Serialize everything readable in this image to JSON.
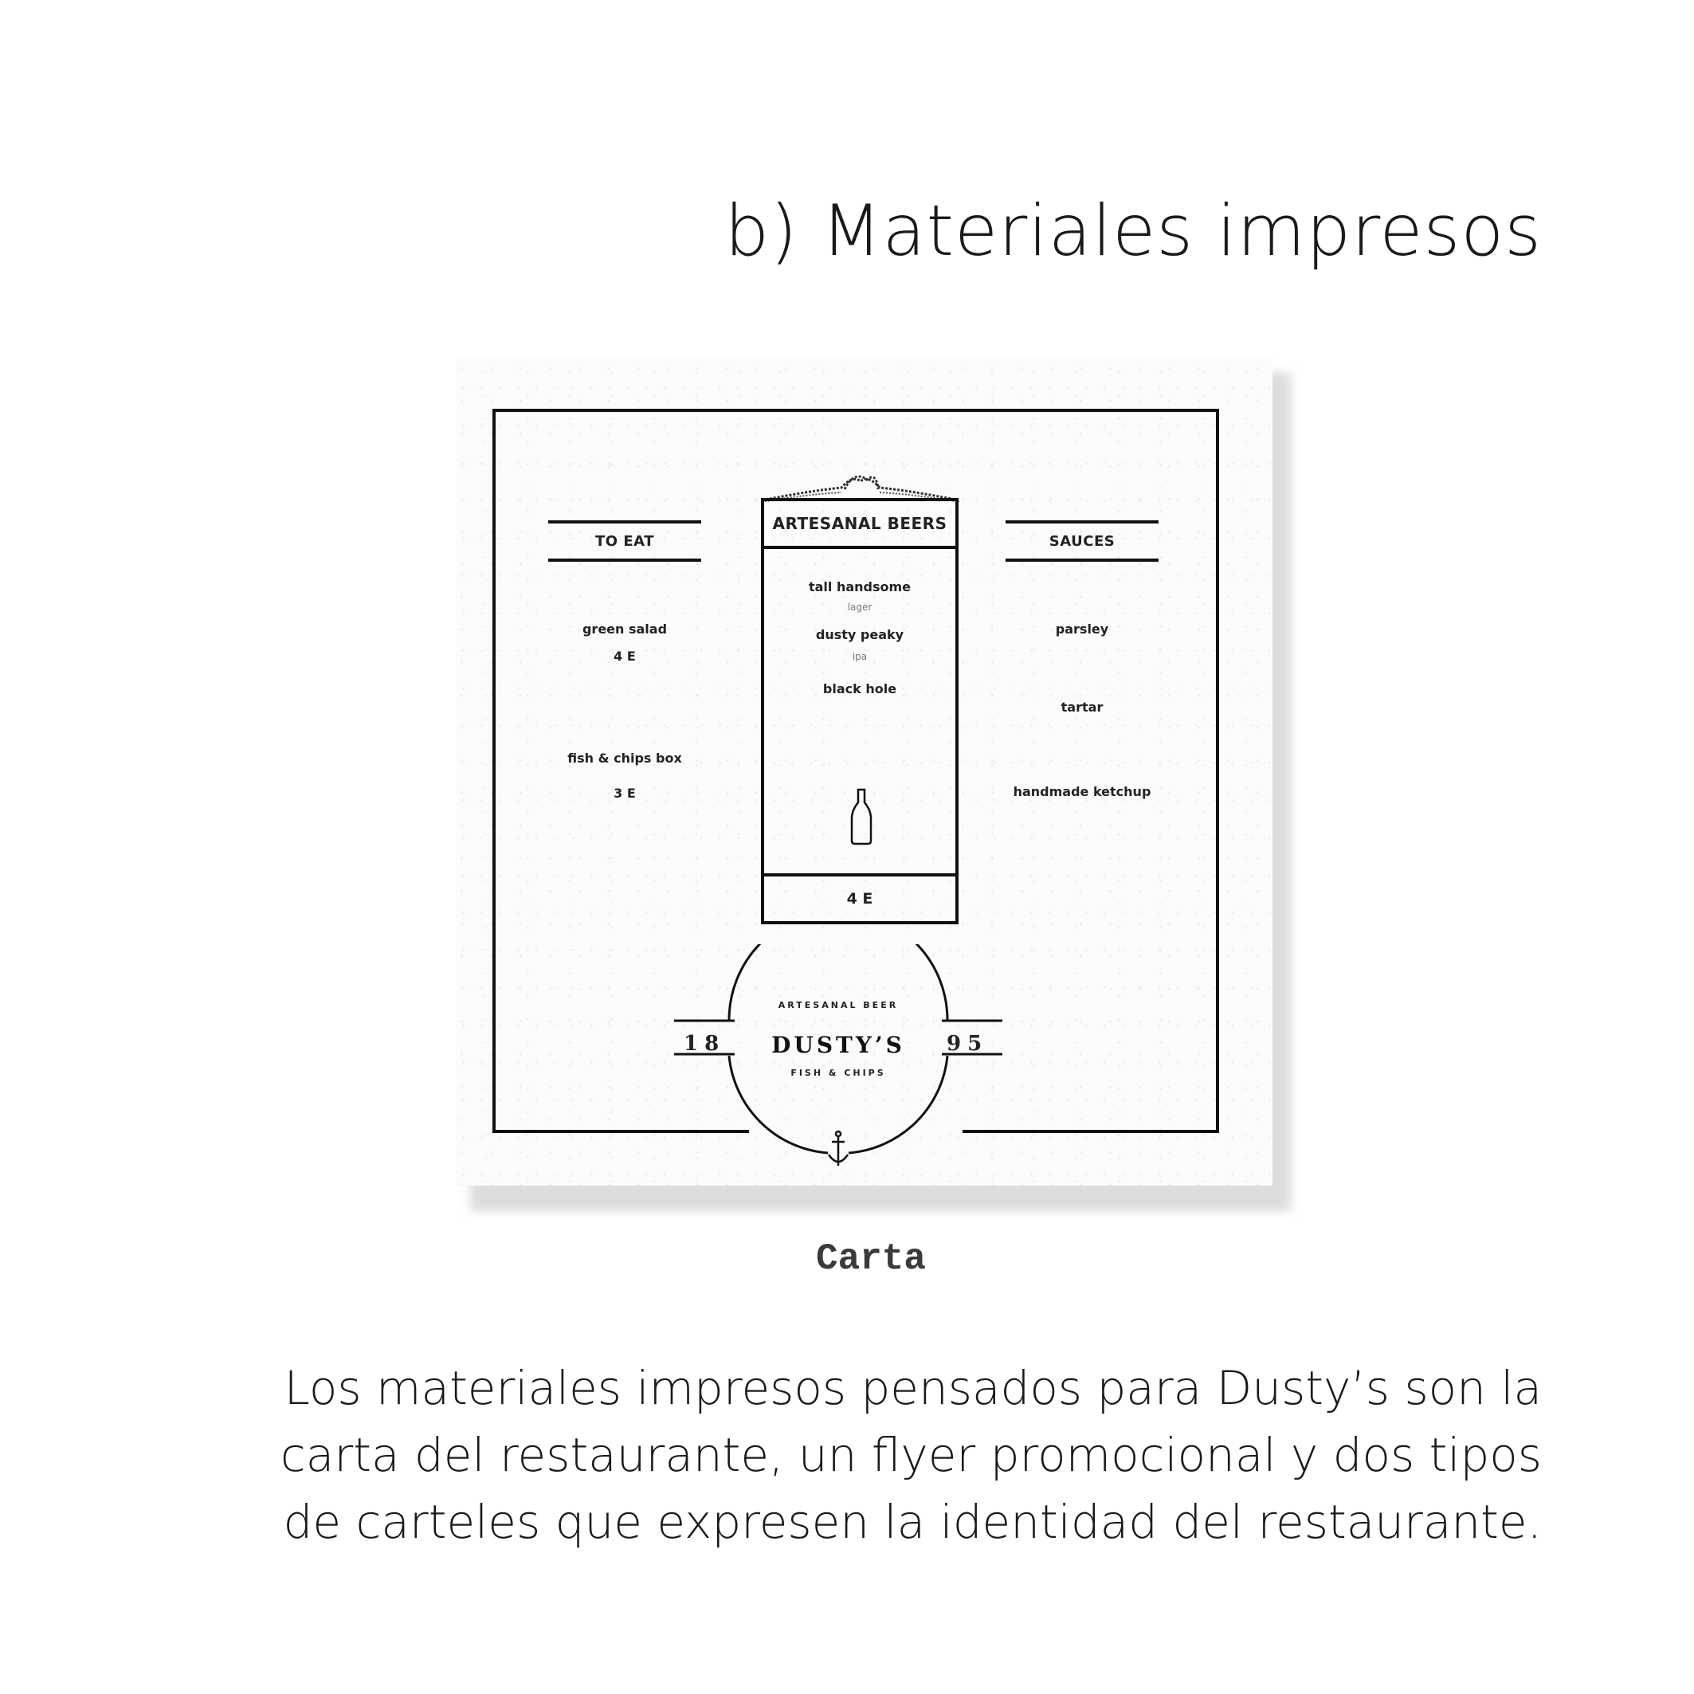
{
  "page": {
    "title": "b) Materiales impresos",
    "caption": "Carta",
    "paragraph_lines": [
      "Los materiales impresos pensados para Dusty’s son la",
      "carta del restaurante, un flyer promocional y dos tipos",
      "de carteles que expresen la identidad del restaurante."
    ]
  },
  "menu_card": {
    "to_eat": {
      "heading": "TO EAT",
      "items": [
        {
          "name": "green salad",
          "price": "4 E"
        },
        {
          "name": "fish & chips box",
          "price": "3 E"
        }
      ]
    },
    "beers": {
      "heading": "ARTESANAL BEERS",
      "items": [
        {
          "name": "tall handsome",
          "style": "lager"
        },
        {
          "name": "dusty peaky",
          "style": "ipa"
        },
        {
          "name": "black hole",
          "style": ""
        }
      ],
      "price": "4 E",
      "icon": "bottle-icon",
      "decoration": "rope-knot"
    },
    "sauces": {
      "heading": "SAUCES",
      "items": [
        "parsley",
        "tartar",
        "handmade ketchup"
      ]
    },
    "logo": {
      "top_text": "ARTESANAL BEER",
      "name": "DUSTY’S",
      "bottom_text": "FISH & CHIPS",
      "year_left": "18",
      "year_right": "95",
      "icon": "anchor-icon"
    }
  },
  "colors": {
    "text": "#1a1a1a",
    "caption": "#3a3a3a",
    "card_bg": "#fbfbfb",
    "card_ink": "#111111",
    "shadow": "#dcdcdc"
  }
}
